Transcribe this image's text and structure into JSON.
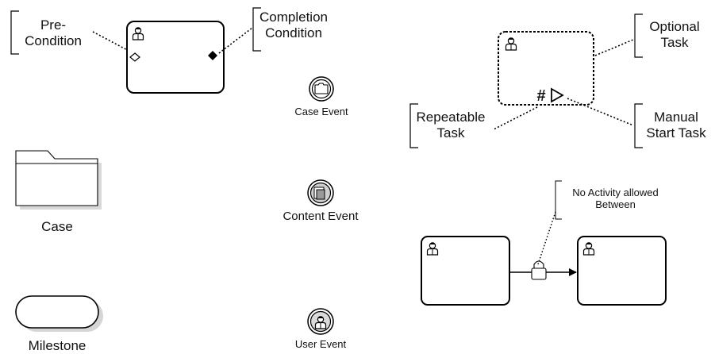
{
  "labels": {
    "pre_condition": [
      "Pre-",
      "Condition"
    ],
    "completion_condition": [
      "Completion",
      "Condition"
    ],
    "case_event": "Case Event",
    "optional_task": [
      "Optional",
      "Task"
    ],
    "repeatable_task": [
      "Repeatable",
      "Task"
    ],
    "manual_start_task": [
      "Manual",
      "Start Task"
    ],
    "repeat_marker": "#",
    "case": "Case",
    "content_event": "Content Event",
    "no_activity": [
      "No Activity allowed",
      "Between"
    ],
    "milestone": "Milestone",
    "user_event": "User Event"
  },
  "icons": {
    "task_person": "person-icon",
    "entry_criterion": "entry-criterion-diamond-icon",
    "exit_criterion": "exit-criterion-diamond-icon",
    "manual_start": "play-triangle-icon",
    "link_lock": "lock-icon",
    "case_event": "folder-icon",
    "content_event": "document-icon",
    "user_event": "person-icon"
  }
}
